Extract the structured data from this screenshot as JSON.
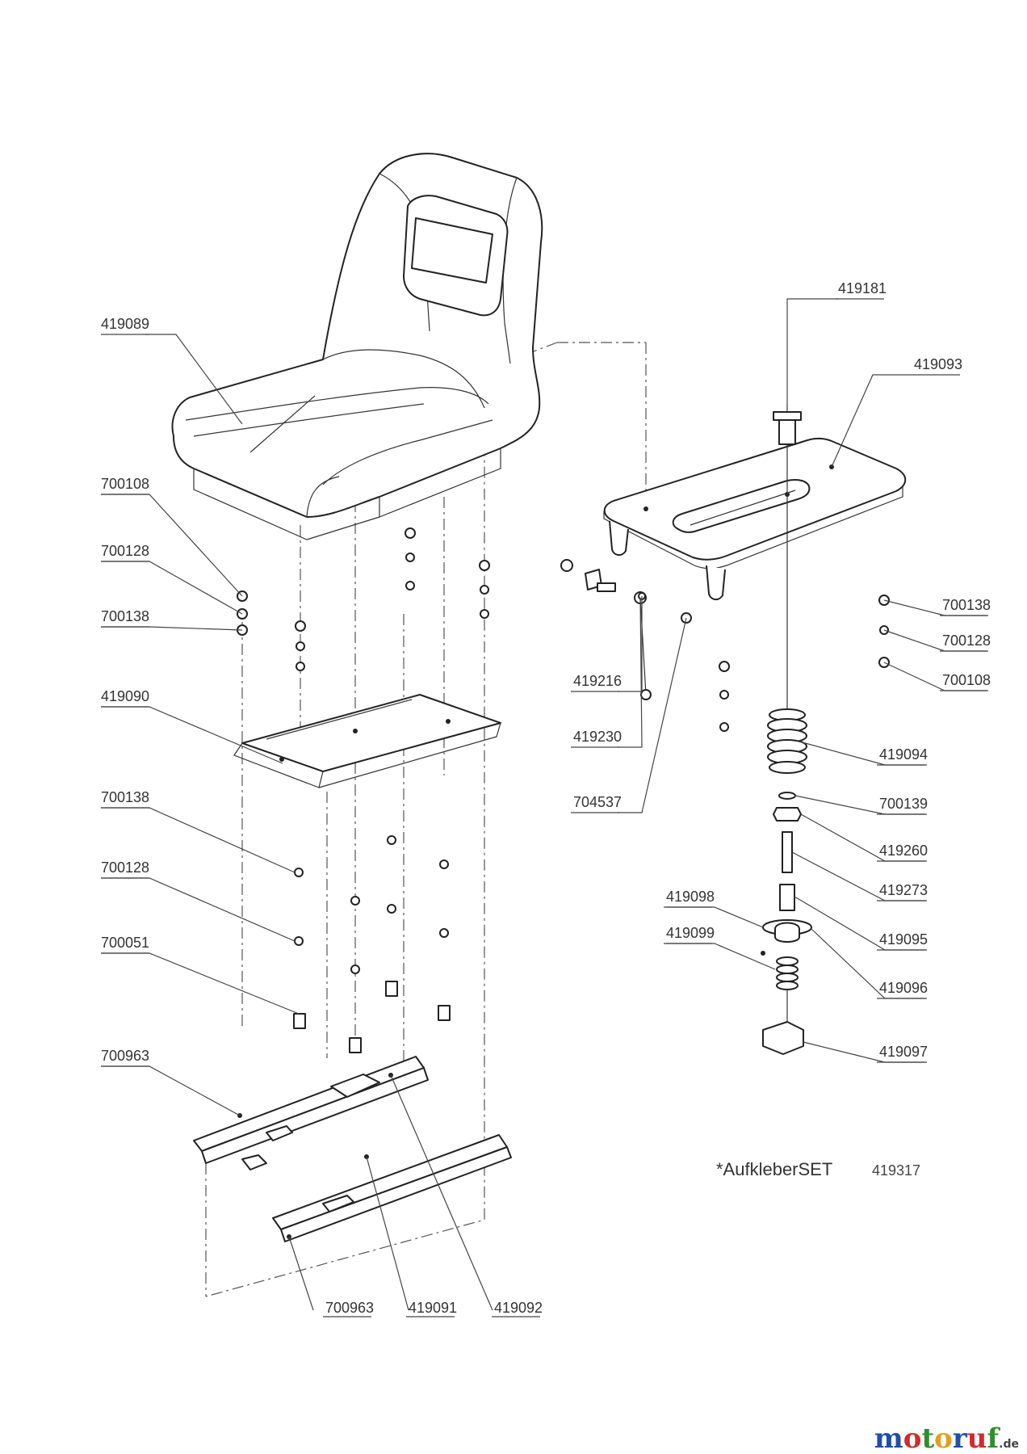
{
  "parts": {
    "p419089": "419089",
    "p700108_l": "700108",
    "p700128_l": "700128",
    "p700138_l": "700138",
    "p419090": "419090",
    "p700138_l2": "700138",
    "p700128_l2": "700128",
    "p700051": "700051",
    "p700963_l": "700963",
    "p700963_b": "700963",
    "p419091": "419091",
    "p419092": "419092",
    "p419181": "419181",
    "p419093": "419093",
    "p700138_r": "700138",
    "p700128_r": "700128",
    "p700108_r": "700108",
    "p419216": "419216",
    "p419230": "419230",
    "p704537": "704537",
    "p419094": "419094",
    "p700139": "700139",
    "p419260": "419260",
    "p419273": "419273",
    "p419098": "419098",
    "p419099": "419099",
    "p419095": "419095",
    "p419096": "419096",
    "p419097": "419097"
  },
  "sticker_set": {
    "label": "*AufkleberSET",
    "number": "419317"
  },
  "watermark": {
    "brand": "motoruf",
    "tld": ".de",
    "colors": [
      "#1f4fa8",
      "#d22b2b",
      "#2f8f2f",
      "#e0a020",
      "#1f4fa8",
      "#d22b2b",
      "#2f8f2f"
    ]
  }
}
